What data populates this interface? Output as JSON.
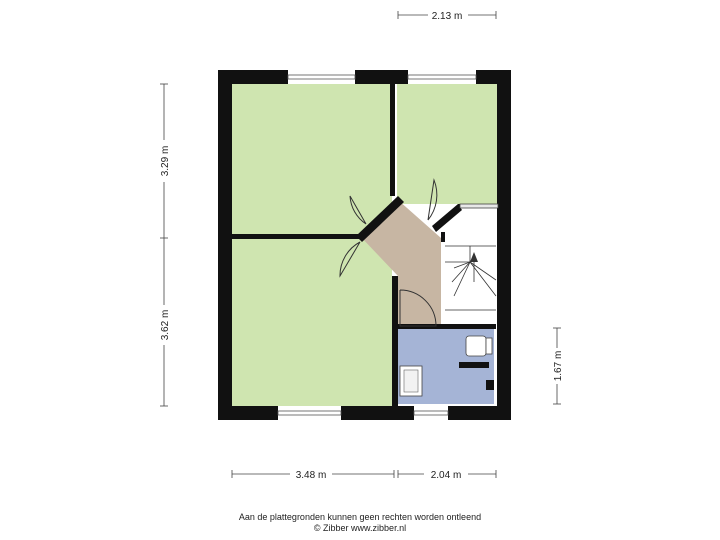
{
  "dimensions": {
    "top_width": "2.13 m",
    "left_upper": "3.29 m",
    "left_lower": "3.62 m",
    "right_lower": "1.67 m",
    "bottom_left": "3.48 m",
    "bottom_right": "2.04 m"
  },
  "footer": {
    "line1": "Aan de plattegronden kunnen geen rechten worden ontleend",
    "line2": "© Zibber www.zibber.nl"
  },
  "colors": {
    "room_green": "#cfe5b0",
    "hall_beige": "#c7b6a3",
    "bath_blue": "#a5b4d6",
    "wall": "#111111",
    "stairs": "#ffffff"
  }
}
